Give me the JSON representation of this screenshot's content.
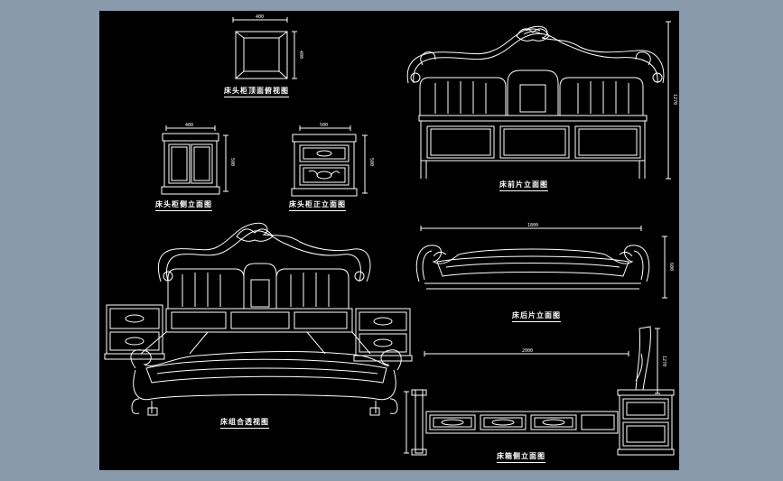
{
  "drawing": {
    "background": "#000000",
    "line_color": "#ffffff",
    "frame_color": "#8a9aad"
  },
  "captions": {
    "headboard_cap_side": "床头柜顶面俯视图",
    "nightstand_side": "床头柜侧立面图",
    "nightstand_front": "床头柜正立面图",
    "bed_front_panel": "床前片立面图",
    "bed_rear_panel": "床后片立面图",
    "bed_assembly": "床组合透视图",
    "bed_rail_side": "床箱侧立面图"
  },
  "dimensions": {
    "cap_width": "400",
    "cap_depth": "400",
    "ns_side_width": "400",
    "ns_side_height": "500",
    "ns_front_width": "500",
    "ns_front_height": "500",
    "front_height": "1270",
    "rear_width": "1800",
    "rear_height": "600",
    "rail_length": "2000",
    "rail_height": "1270"
  }
}
